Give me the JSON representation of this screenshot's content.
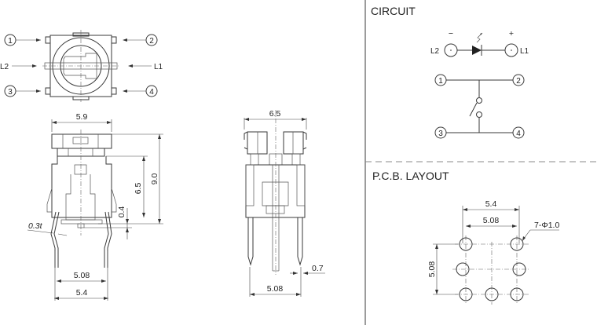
{
  "top_view": {
    "pin_labels": [
      "1",
      "2",
      "3",
      "4"
    ],
    "led_labels": {
      "left": "L2",
      "right": "L1"
    }
  },
  "front_view": {
    "dims": {
      "width_top": "5.9",
      "height_total": "9.0",
      "height_body": "6.5",
      "standoff": "0.4",
      "lead_thickness": "0.3t",
      "pin_pitch": "5.08",
      "pin_span": "5.4"
    }
  },
  "side_view": {
    "dims": {
      "width": "6.5",
      "pin_pitch": "5.08",
      "pin_width": "0.7"
    }
  },
  "circuit": {
    "title": "CIRCUIT",
    "minus": "−",
    "plus": "+",
    "led_left": "L2",
    "led_right": "L1",
    "pins": [
      "1",
      "2",
      "3",
      "4"
    ]
  },
  "pcb_layout": {
    "title": "P.C.B. LAYOUT",
    "dims": {
      "span": "5.4",
      "pitch_h": "5.08",
      "pitch_v": "5.08",
      "holes": "7-Φ1.0"
    }
  }
}
